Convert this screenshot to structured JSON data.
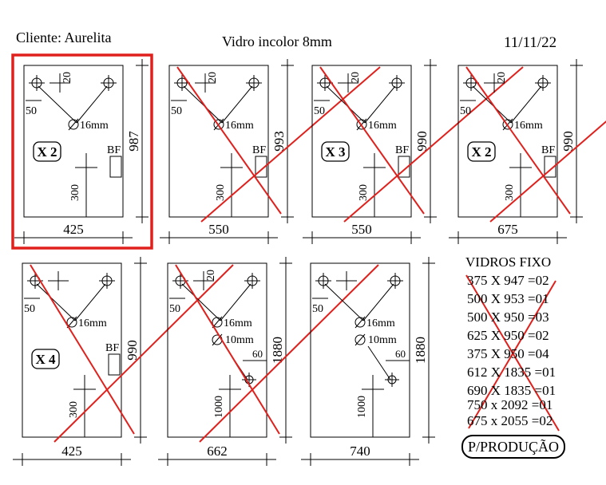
{
  "header": {
    "client": "Cliente: Aurelita",
    "material": "Vidro incolor 8mm",
    "date": "11/11/22"
  },
  "glasses": [
    {
      "id": "g1",
      "width": "425",
      "height": "987",
      "quantity": "X 2",
      "hole_large": "16mm",
      "hole_small": "",
      "dim_50": "50",
      "dim_20": "20",
      "bf": "BF",
      "lower_offset": "300",
      "right_offset": "",
      "crossed": false,
      "highlighted": true
    },
    {
      "id": "g2",
      "width": "550",
      "height": "993",
      "quantity": "",
      "hole_large": "16mm",
      "hole_small": "",
      "dim_50": "50",
      "dim_20": "20",
      "bf": "BF",
      "lower_offset": "300",
      "right_offset": "",
      "crossed": true,
      "highlighted": false
    },
    {
      "id": "g3",
      "width": "550",
      "height": "990",
      "quantity": "X 3",
      "hole_large": "16mm",
      "hole_small": "",
      "dim_50": "50",
      "dim_20": "20",
      "bf": "BF",
      "lower_offset": "300",
      "right_offset": "",
      "crossed": true,
      "highlighted": false
    },
    {
      "id": "g4",
      "width": "675",
      "height": "990",
      "quantity": "X 2",
      "hole_large": "16mm",
      "hole_small": "",
      "dim_50": "50",
      "dim_20": "20",
      "bf": "BF",
      "lower_offset": "300",
      "right_offset": "",
      "crossed": true,
      "highlighted": false
    },
    {
      "id": "g5",
      "width": "425",
      "height": "990",
      "quantity": "X 4",
      "hole_large": "16mm",
      "hole_small": "",
      "dim_50": "50",
      "dim_20": "",
      "bf": "BF",
      "lower_offset": "300",
      "right_offset": "",
      "crossed": true,
      "highlighted": false
    },
    {
      "id": "g6",
      "width": "662",
      "height": "1880",
      "quantity": "",
      "hole_large": "16mm",
      "hole_small": "10mm",
      "dim_50": "50",
      "dim_20": "20",
      "bf": "",
      "lower_offset": "1000",
      "right_offset": "60",
      "crossed": true,
      "highlighted": false
    },
    {
      "id": "g7",
      "width": "740",
      "height": "1880",
      "quantity": "",
      "hole_large": "16mm",
      "hole_small": "10mm",
      "dim_50": "50",
      "dim_20": "",
      "bf": "",
      "lower_offset": "1000",
      "right_offset": "60",
      "crossed": false,
      "highlighted": false
    }
  ],
  "fixed_list": {
    "title": "VIDROS FIXO",
    "items": [
      "375 X 947 =02",
      "500 X 953 =01",
      "500 X 950 =03",
      "625 X 950 =02",
      "375 X 950 =04",
      "612 X 1835 =01",
      "690 X 1835 =01",
      "750 x 2092 =01",
      "675 x 2055 =02"
    ],
    "crossed": true,
    "stamp": "P/PRODUÇÃO"
  },
  "colors": {
    "ink": "#000000",
    "highlight": "#e0201c",
    "cross": "#e0201c",
    "background": "#ffffff"
  }
}
